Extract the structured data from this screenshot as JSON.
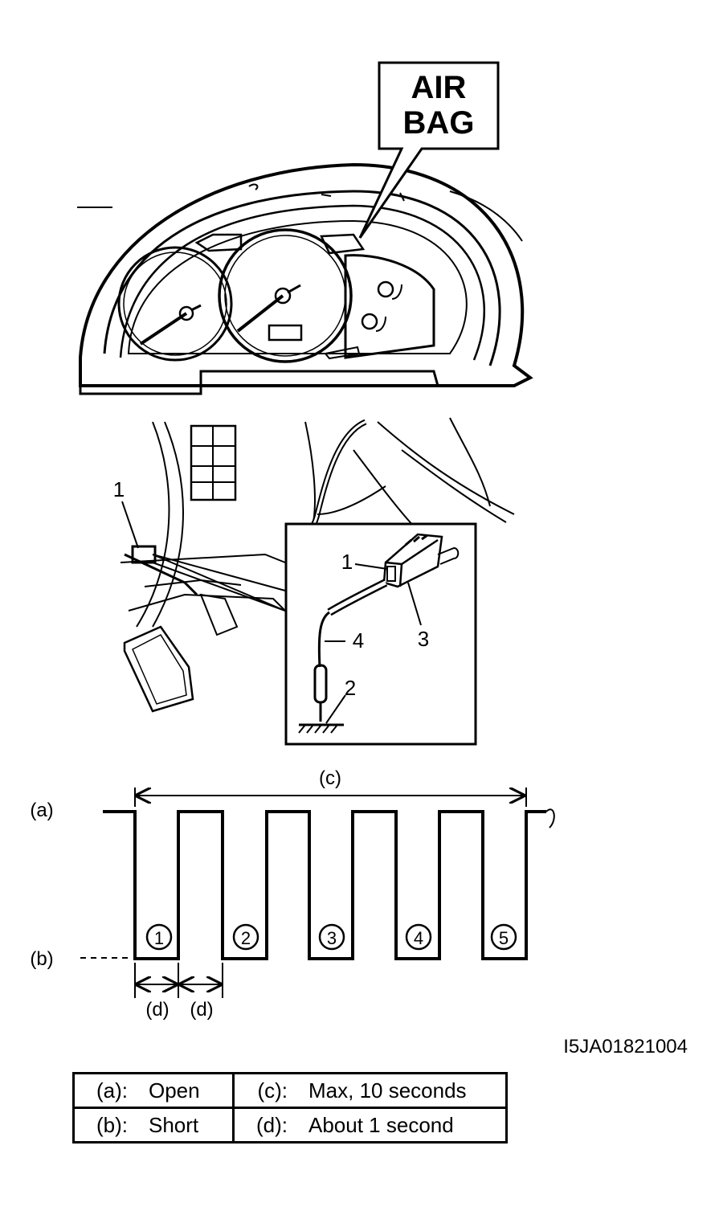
{
  "warning_label": {
    "line1": "AIR",
    "line2": "BAG"
  },
  "detail_callouts": {
    "c1": "1",
    "c2": "2",
    "c3": "3",
    "c4": "4"
  },
  "overview_callout": "1",
  "signal": {
    "level_a_label": "(a)",
    "level_b_label": "(b)",
    "span_label": "(c)",
    "interval_label": "(d)",
    "pulses": [
      "1",
      "2",
      "3",
      "4",
      "5"
    ]
  },
  "figure_code": "I5JA01821004",
  "legend": {
    "rows": [
      {
        "left_key": "(a):",
        "left_value": "Open",
        "right_key": "(c):",
        "right_value": "Max, 10 seconds"
      },
      {
        "left_key": "(b):",
        "left_value": "Short",
        "right_key": "(d):",
        "right_value": "About 1 second"
      }
    ]
  }
}
